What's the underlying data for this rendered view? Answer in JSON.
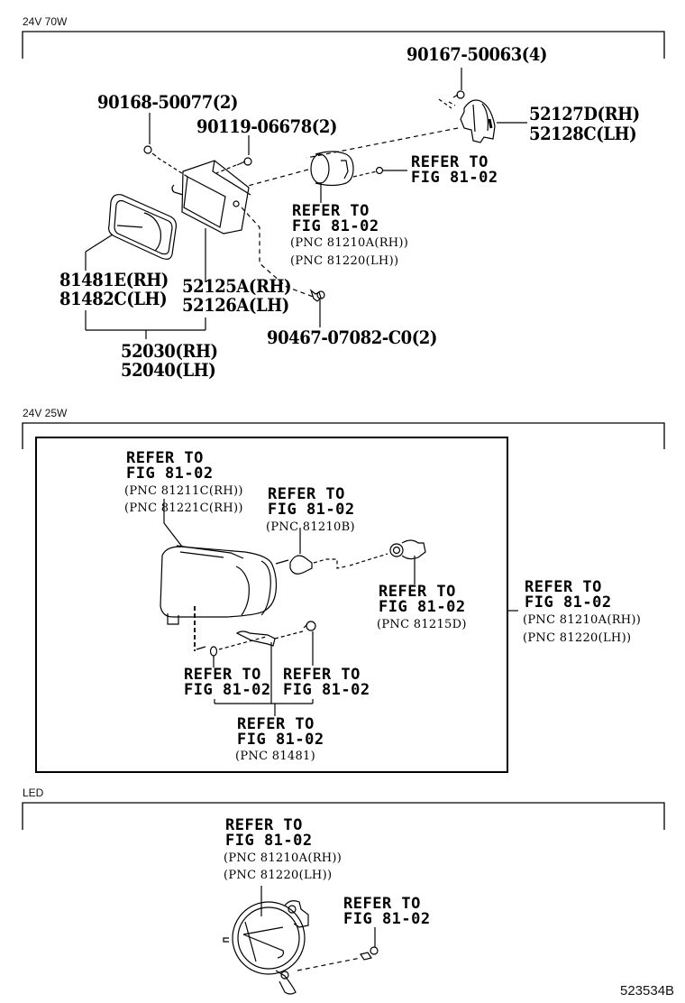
{
  "illustration_id": "523534B",
  "sections": [
    {
      "label": "24V 70W",
      "callouts": {
        "screw_bracket": "90167-50063(4)",
        "bracket_rh": "52127D(RH)",
        "bracket_lh": "52128C(LH)",
        "screw_left": "90168-50077(2)",
        "screw_mid": "90119-06678(2)",
        "bulb_ref_line1": "REFER TO",
        "bulb_ref_line2": "FIG 81-02",
        "socket_ref_line1": "REFER TO",
        "socket_ref_line2": "FIG 81-02",
        "socket_pnc_rh": "(PNC 81210A(RH))",
        "socket_pnc_lh": "(PNC 81220(LH))",
        "cover_rh": "81481E(RH)",
        "cover_lh": "81482C(LH)",
        "housing_rh": "52125A(RH)",
        "housing_lh": "52126A(LH)",
        "assy_rh": "52030(RH)",
        "assy_lh": "52040(LH)",
        "clip": "90467-07082-C0(2)"
      }
    },
    {
      "label": "24V 25W",
      "callouts": {
        "lamp_ref_line1": "REFER TO",
        "lamp_ref_line2": "FIG 81-02",
        "lamp_pnc_1": "(PNC 81211C(RH))",
        "lamp_pnc_2": "(PNC 81221C(RH))",
        "bulb_ref_line1": "REFER TO",
        "bulb_ref_line2": "FIG 81-02",
        "bulb_pnc": "(PNC 81210B)",
        "socket_ref_line1": "REFER TO",
        "socket_ref_line2": "FIG 81-02",
        "socket_pnc": "(PNC 81215D)",
        "assy_ref_line1": "REFER TO",
        "assy_ref_line2": "FIG 81-02",
        "assy_pnc_rh": "(PNC 81210A(RH))",
        "assy_pnc_lh": "(PNC 81220(LH))",
        "nut_ref_line1": "REFER TO",
        "nut_ref_line2": "FIG 81-02",
        "bolt_ref_line1": "REFER TO",
        "bolt_ref_line2": "FIG 81-02",
        "bracket_ref_line1": "REFER TO",
        "bracket_ref_line2": "FIG 81-02",
        "bracket_pnc": "(PNC 81481)"
      }
    },
    {
      "label": "LED",
      "callouts": {
        "lamp_ref_line1": "REFER TO",
        "lamp_ref_line2": "FIG 81-02",
        "lamp_pnc_rh": "(PNC 81210A(RH))",
        "lamp_pnc_lh": "(PNC 81220(LH))",
        "bolt_ref_line1": "REFER TO",
        "bolt_ref_line2": "FIG 81-02"
      }
    }
  ]
}
